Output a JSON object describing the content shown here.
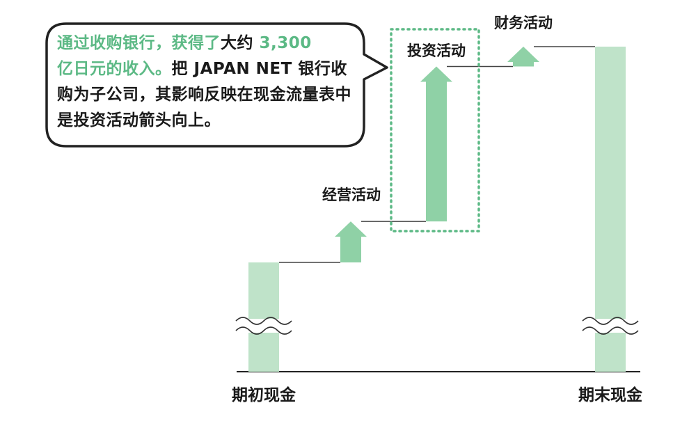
{
  "chart_data": {
    "type": "waterfall",
    "categories": [
      "期初现金",
      "经营活动",
      "投资活动",
      "财务活动",
      "期末现金"
    ],
    "ylim": [
      0,
      520
    ],
    "series": [
      {
        "key": "opening",
        "kind": "total",
        "value": 160
      },
      {
        "key": "operating",
        "kind": "delta",
        "value": 60,
        "label": "经营活动"
      },
      {
        "key": "investing",
        "kind": "delta",
        "value": 227,
        "label": "投资活动"
      },
      {
        "key": "financing",
        "kind": "delta",
        "value": 29,
        "label": "财务活动"
      },
      {
        "key": "closing",
        "kind": "total",
        "value": 476
      }
    ],
    "xtick_labels": [
      "期初现金",
      "期末现金"
    ],
    "highlighted": "investing",
    "colors": {
      "bar": "#bfe3c9",
      "arrow": "#8fd1a6",
      "highlight_border": "#5cb985",
      "text_highlight": "#5cb985"
    }
  },
  "callout": {
    "highlight_text": "通过收购银行，获得了",
    "normal_text_1": "大约 ",
    "highlight_amount": "3,300",
    "highlight_text_2": "亿日元的收入。",
    "normal_text_2": "把 JAPAN NET 银行收购为子公司，其影响反映在现金流量表中是投资活动箭头向上。"
  }
}
